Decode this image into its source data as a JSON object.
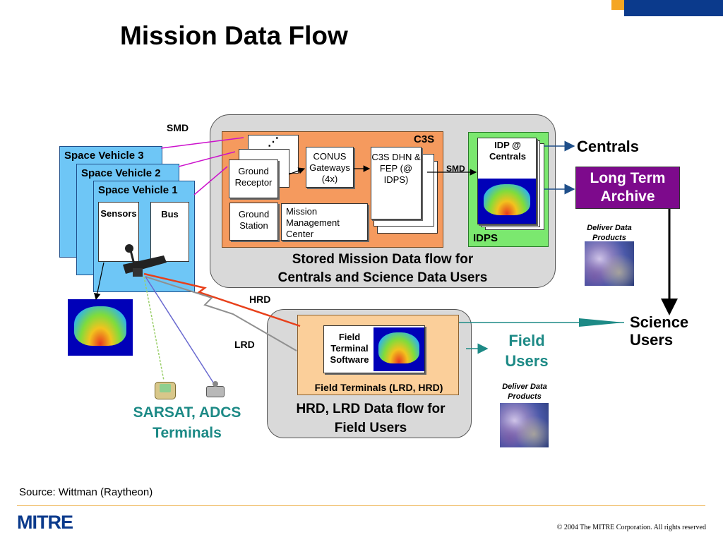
{
  "title": "Mission Data Flow",
  "brand_colors": {
    "mitre_blue": "#0b3a8c",
    "accent_orange": "#f5a623",
    "teal_text": "#1d8a86",
    "archive_purple": "#7d0a8c"
  },
  "labels": {
    "smd_top": "SMD",
    "smd_mid": "SMD",
    "hrd": "HRD",
    "lrd": "LRD",
    "c3s": "C3S",
    "idps": "IDPS"
  },
  "space_vehicles": [
    "Space Vehicle 3",
    "Space Vehicle 2",
    "Space Vehicle 1"
  ],
  "vehicle_parts": {
    "sensors": "Sensors",
    "bus": "Bus"
  },
  "c3s_nodes": {
    "dots": "⋰",
    "ground_receptor": "Ground Receptor",
    "conus": "CONUS Gateways (4x)",
    "c3s_dhn": "C3S DHN & FEP (@ IDPS)",
    "ground_station": "Ground Station",
    "mmc": "Mission Management Center"
  },
  "idp": "IDP @ Centrals",
  "stored_flow": [
    "Stored Mission Data flow for",
    "Centrals and Science Data Users"
  ],
  "hrd_flow": [
    "HRD, LRD Data flow for",
    "Field Users"
  ],
  "field_terminal_software": "Field Terminal Software",
  "field_terminals": "Field Terminals (LRD, HRD)",
  "centrals": "Centrals",
  "long_term_archive": [
    "Long Term",
    "Archive"
  ],
  "deliver_products": [
    "Deliver Data",
    "Products"
  ],
  "deliver_products_2": [
    "Deliver Data",
    "Products"
  ],
  "science_users": [
    "Science",
    "Users"
  ],
  "field_users": [
    "Field",
    "Users"
  ],
  "sarsat": [
    "SARSAT, ADCS",
    "Terminals"
  ],
  "source": "Source: Wittman (Raytheon)",
  "logo": "MITRE",
  "copyright": "© 2004 The MITRE Corporation. All rights reserved"
}
